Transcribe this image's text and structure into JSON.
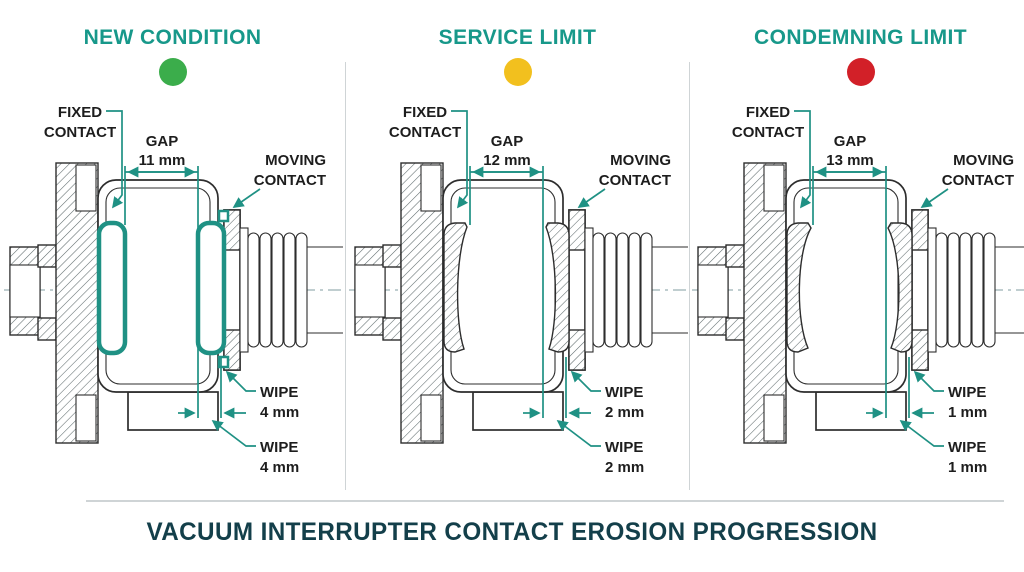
{
  "footer": {
    "title": "VACUUM INTERRUPTER CONTACT EROSION PROGRESSION"
  },
  "colors": {
    "accent_teal": "#1f9184",
    "title_teal": "#17988a",
    "footer_teal": "#133f4a",
    "line_dark": "#2d2d2d",
    "divider_gray": "#cfd4d6",
    "new_green": "#3bad4b",
    "service_yellow": "#f2c01e",
    "condemning_red": "#d22028"
  },
  "panels": [
    {
      "title": "NEW CONDITION",
      "condition": "new",
      "status_color": "#3bad4b",
      "fixed_contact": {
        "line1": "FIXED",
        "line2": "CONTACT"
      },
      "moving_contact": {
        "line1": "MOVING",
        "line2": "CONTACT"
      },
      "gap": {
        "label": "GAP",
        "value": "11 mm"
      },
      "wipe_upper": {
        "label": "WIPE",
        "value": "4 mm"
      },
      "wipe_lower": {
        "label": "WIPE",
        "value": "4 mm"
      }
    },
    {
      "title": "SERVICE LIMIT",
      "condition": "worn",
      "status_color": "#f2c01e",
      "fixed_contact": {
        "line1": "FIXED",
        "line2": "CONTACT"
      },
      "moving_contact": {
        "line1": "MOVING",
        "line2": "CONTACT"
      },
      "gap": {
        "label": "GAP",
        "value": "12 mm"
      },
      "wipe_upper": {
        "label": "WIPE",
        "value": "2 mm"
      },
      "wipe_lower": {
        "label": "WIPE",
        "value": "2 mm"
      }
    },
    {
      "title": "CONDEMNING LIMIT",
      "condition": "severely-worn",
      "status_color": "#d22028",
      "fixed_contact": {
        "line1": "FIXED",
        "line2": "CONTACT"
      },
      "moving_contact": {
        "line1": "MOVING",
        "line2": "CONTACT"
      },
      "gap": {
        "label": "GAP",
        "value": "13 mm"
      },
      "wipe_upper": {
        "label": "WIPE",
        "value": "1 mm"
      },
      "wipe_lower": {
        "label": "WIPE",
        "value": "1 mm"
      }
    }
  ]
}
